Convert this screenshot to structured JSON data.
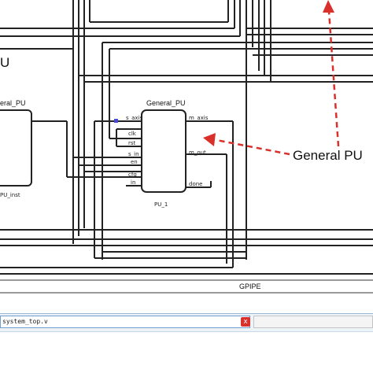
{
  "annotation": {
    "label": "General PU",
    "color": "#d9302b"
  },
  "blocks": {
    "left_partial": {
      "title": "eral_PU",
      "instance": "PU_inst",
      "side_label": "U"
    },
    "center": {
      "title": "General_PU",
      "instance": "PU_1",
      "inputs": [
        "s_axis",
        "clk",
        "rst",
        "s_in",
        "en",
        "cfg",
        "in"
      ],
      "outputs": [
        "m_axis",
        "m_out",
        "done"
      ]
    }
  },
  "bus_label": "GPIPE",
  "app_bar": {
    "field_text": "system_top.v",
    "close_icon": "x"
  }
}
